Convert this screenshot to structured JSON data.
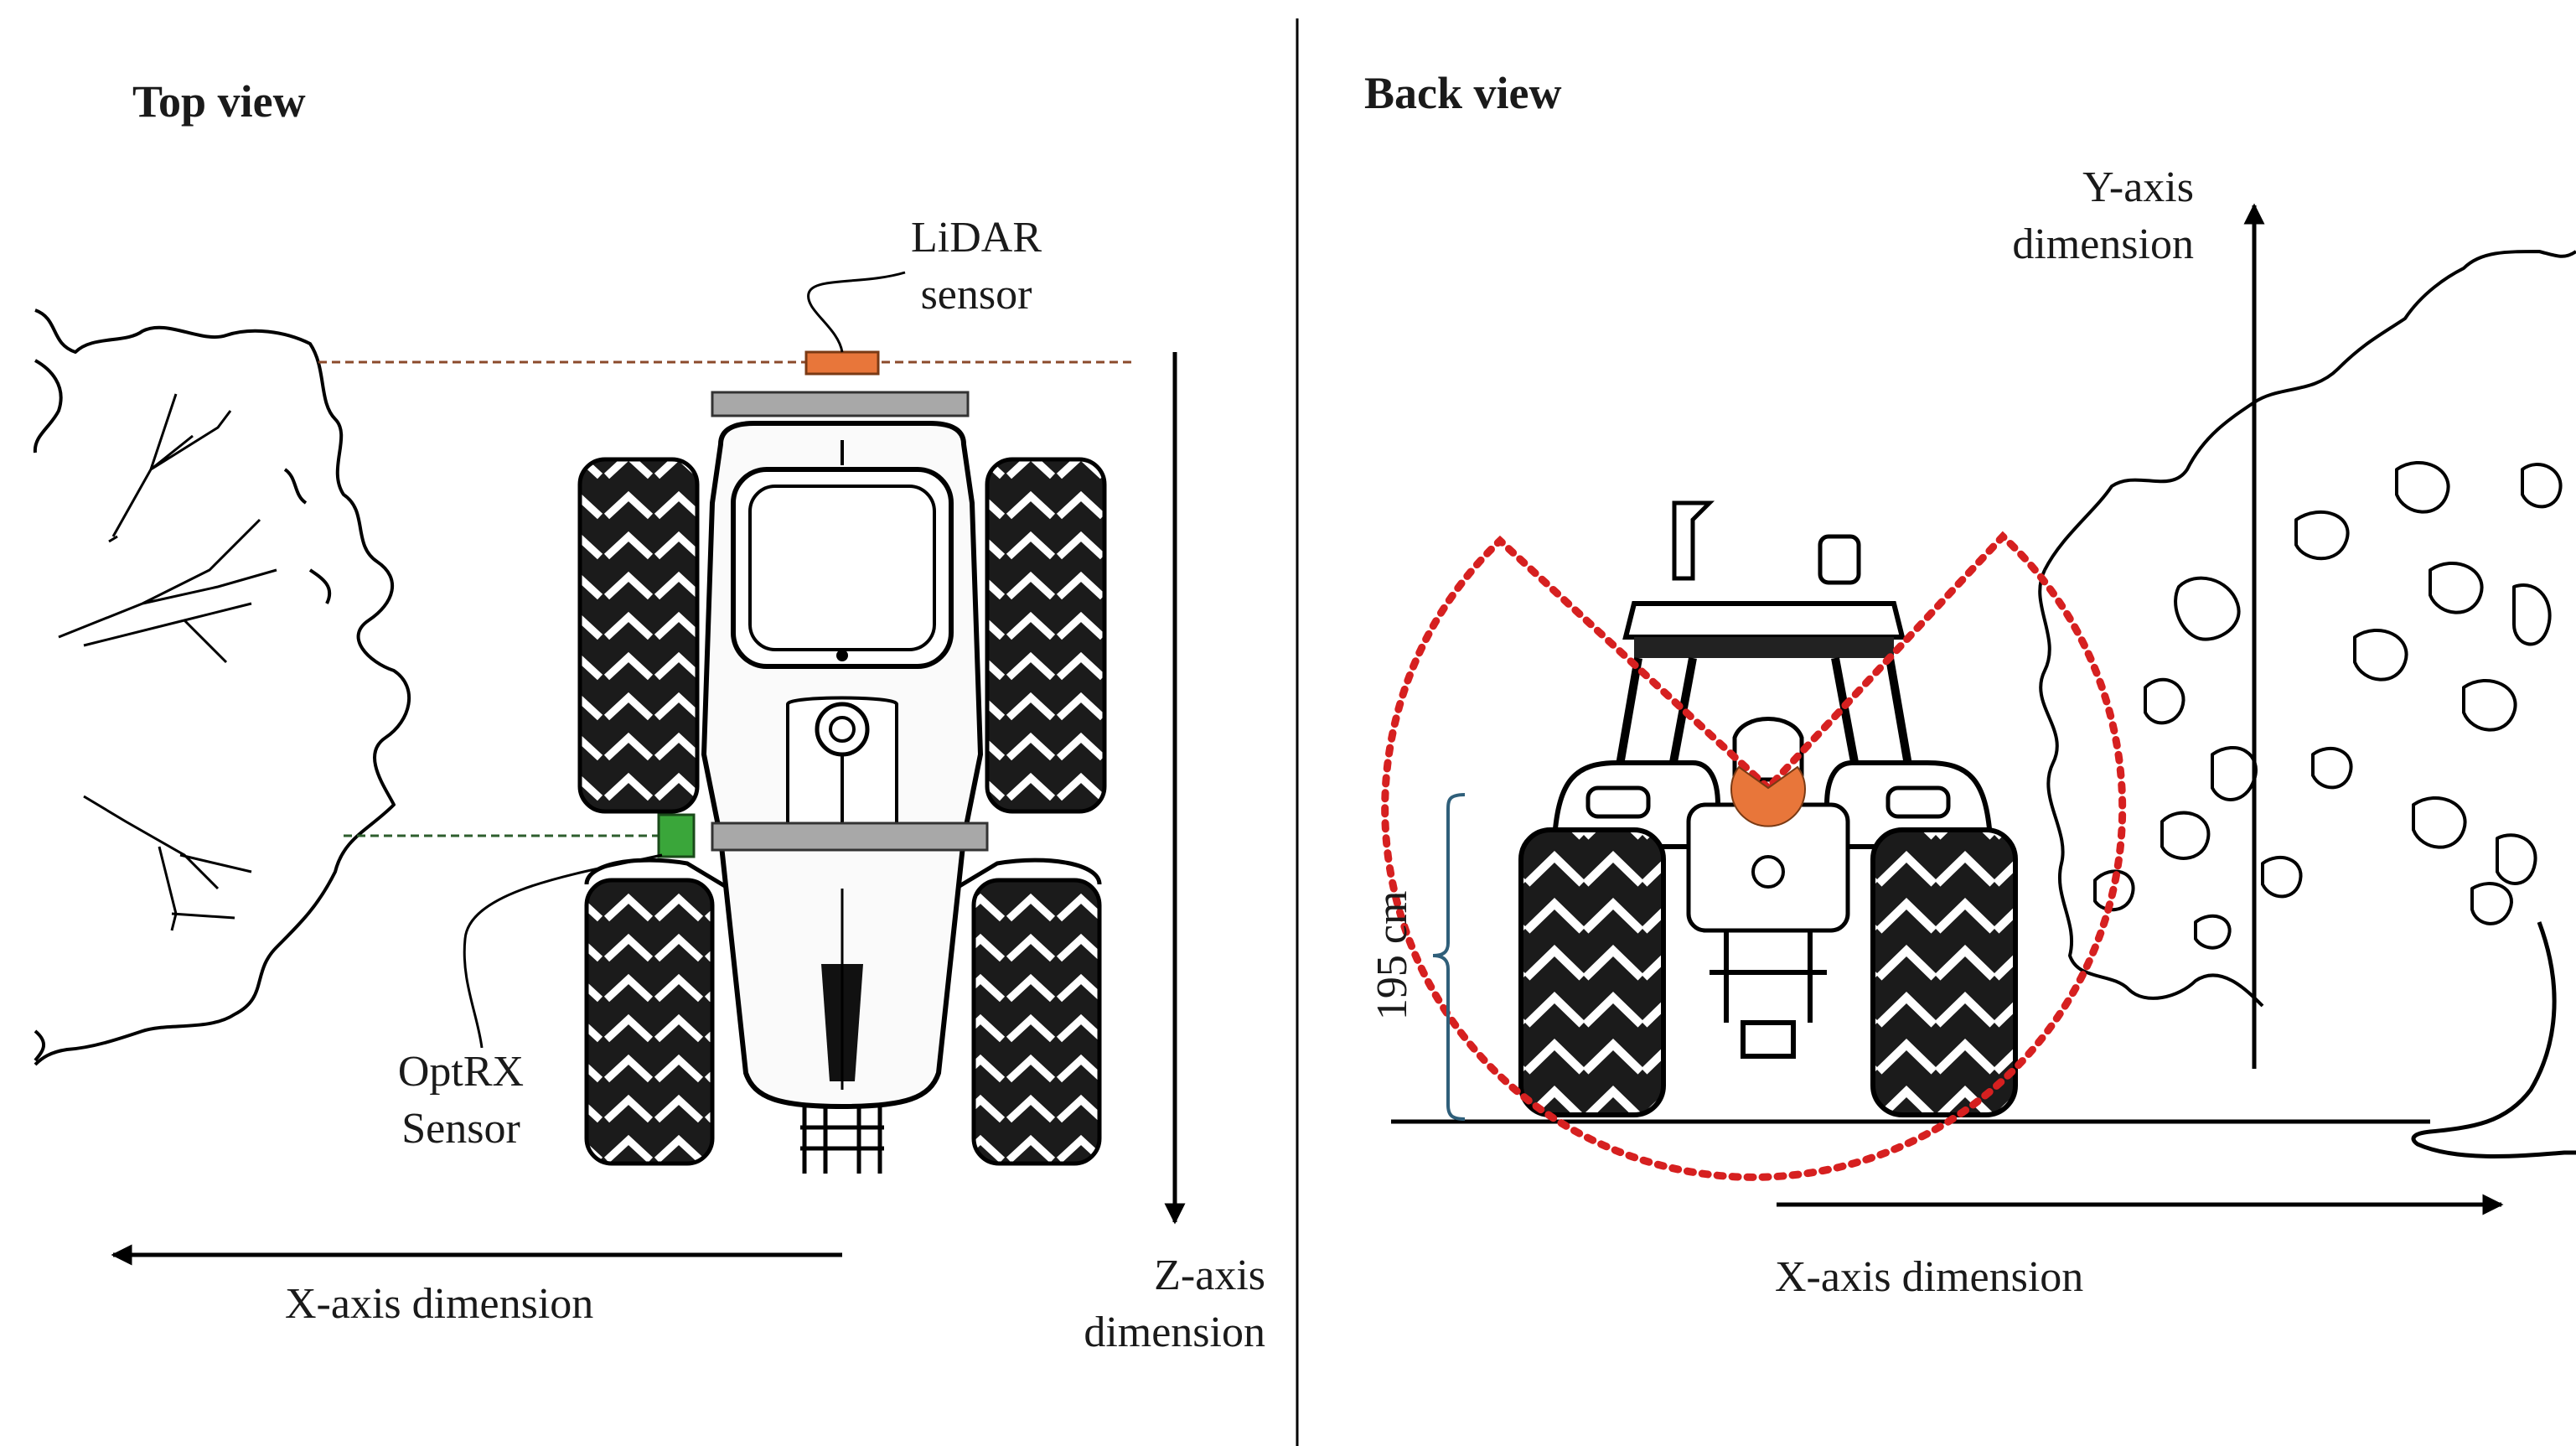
{
  "top_view": {
    "title": "Top view",
    "lidar_label_line1": "LiDAR",
    "lidar_label_line2": "sensor",
    "optrx_label_line1": "OptRX",
    "optrx_label_line2": "Sensor",
    "x_axis_label": "X-axis dimension",
    "z_axis_label_line1": "Z-axis",
    "z_axis_label_line2": "dimension"
  },
  "back_view": {
    "title": "Back view",
    "y_axis_label_line1": "Y-axis",
    "y_axis_label_line2": "dimension",
    "x_axis_label": "X-axis dimension",
    "height_label": "195 cm"
  },
  "colors": {
    "lidar": "#e8763a",
    "optrx": "#3aa63a",
    "scan_field": "#d62020",
    "lidar_guide": "#8b4a2b",
    "optrx_guide": "#2e5e2e",
    "bracket": "#2f5f7a",
    "boom": "#a8a8a8"
  }
}
